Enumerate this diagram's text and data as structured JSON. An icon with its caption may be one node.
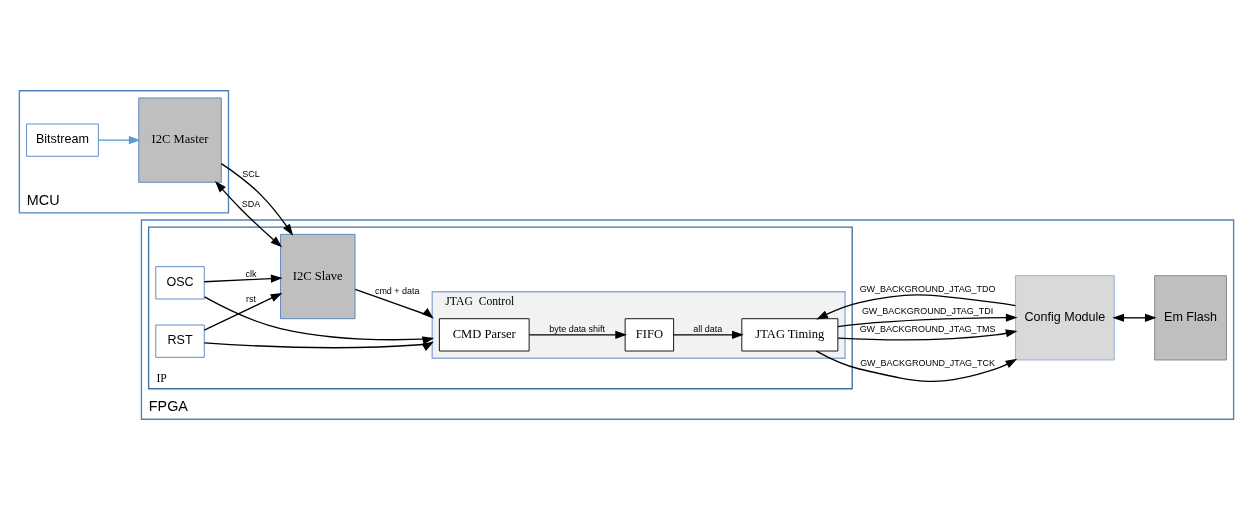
{
  "diagram": {
    "nodes": [
      {
        "text": [
          "MCU"
        ]
      },
      {
        "text": [
          "Bitstream"
        ],
        "in": 0
      },
      {
        "text": [
          "I2C Master"
        ],
        "in": 0
      },
      {
        "text": [
          "FPGA"
        ]
      },
      {
        "text": [
          "IP"
        ],
        "in": 3
      },
      {
        "text": [
          "OSC"
        ],
        "in": 4
      },
      {
        "text": [
          "RST"
        ],
        "in": 4
      },
      {
        "text": [
          "I2C Slave"
        ],
        "in": 4
      },
      {
        "text": [
          "JTAG  Control"
        ],
        "in": 4
      },
      {
        "text": [
          "CMD Parser"
        ],
        "in": 8
      },
      {
        "text": [
          "FIFO"
        ],
        "in": 8
      },
      {
        "text": [
          "JTAG Timing"
        ],
        "in": 8
      },
      {
        "text": [
          "Config Module"
        ],
        "in": 3
      },
      {
        "text": [
          "Em Flash"
        ],
        "in": 3
      }
    ],
    "edges": [
      {
        "from": 1,
        "to": 2,
        "arrow": "to",
        "color": "#5b9bd5"
      },
      {
        "from": 2,
        "to": 7,
        "arrow": "to",
        "label": "SCL"
      },
      {
        "from": 2,
        "to": 7,
        "arrow": "both",
        "label": "SDA"
      },
      {
        "from": 5,
        "to": 7,
        "arrow": "to",
        "label": "clk"
      },
      {
        "from": 5,
        "to": 8,
        "arrow": "to"
      },
      {
        "from": 6,
        "to": 7,
        "arrow": "to",
        "label": "rst"
      },
      {
        "from": 6,
        "to": 8,
        "arrow": "to"
      },
      {
        "from": 7,
        "to": 8,
        "arrow": "to",
        "label": "cmd + data"
      },
      {
        "from": 9,
        "to": 10,
        "arrow": "to",
        "label": "byte data shift"
      },
      {
        "from": 10,
        "to": 11,
        "arrow": "to",
        "label": "all data"
      },
      {
        "from": 11,
        "to": 12,
        "arrow": "to",
        "label": "GW_BACKGROUND_JTAG_TCK"
      },
      {
        "from": 11,
        "to": 12,
        "arrow": "to",
        "label": "GW_BACKGROUND_JTAG_TMS"
      },
      {
        "from": 11,
        "to": 12,
        "arrow": "to",
        "label": "GW_BACKGROUND_JTAG_TDI"
      },
      {
        "from": 12,
        "to": 11,
        "arrow": "to",
        "label": "GW_BACKGROUND_JTAG_TDO"
      },
      {
        "from": 12,
        "to": 13,
        "arrow": "both"
      }
    ]
  }
}
